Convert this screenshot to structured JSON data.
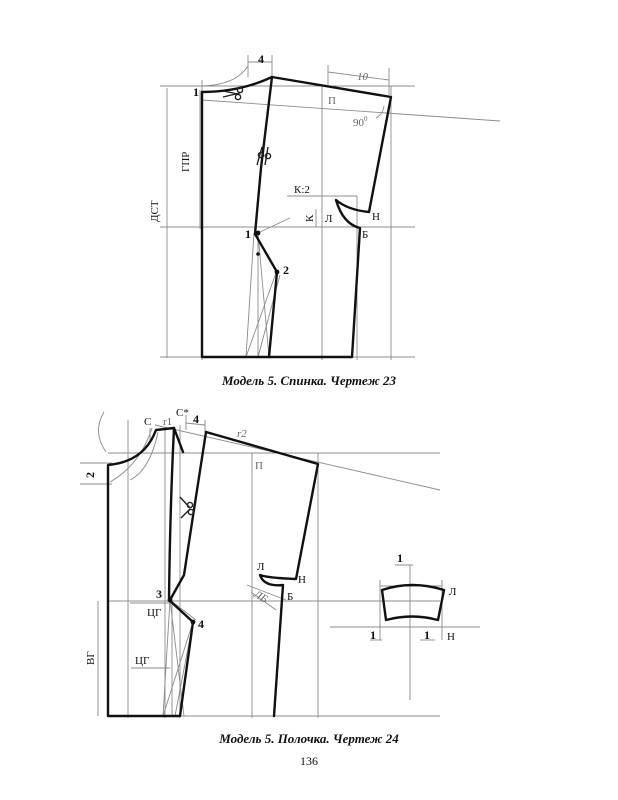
{
  "back_drawing": {
    "caption": "Модель 5. Спинка. Чертеж 23",
    "labels": {
      "dim_4": "4",
      "dim_10": "10",
      "angle_90": "90",
      "angle_deg": "0",
      "pt_1_top": "1",
      "pt_P": "П",
      "dst": "ДСТ",
      "gpr": "ГПР",
      "k_half": "К:2",
      "k": "К",
      "pt_L": "Л",
      "pt_N": "Н",
      "pt_1_mid": "1",
      "pt_B": "Б",
      "pt_2": "2"
    }
  },
  "front_drawing": {
    "caption": "Модель 5. Полочка. Чертеж 24",
    "labels": {
      "pt_C": "С",
      "pt_C_star": "С*",
      "r1": "r1",
      "dim_4": "4",
      "r2": "r2",
      "dim_2": "2",
      "pt_P": "П",
      "pt_L": "Л",
      "pt_N": "Н",
      "lb": "ЛБ",
      "pt_B": "Б",
      "pt_3": "3",
      "cg_1": "ЦГ",
      "pt_4": "4",
      "vg": "ВГ",
      "cg_2": "ЦГ"
    }
  },
  "detail_drawing": {
    "labels": {
      "dim_top_1": "1",
      "pt_L": "Л",
      "dim_left_1": "1",
      "dim_right_1": "1",
      "pt_N": "Н"
    }
  },
  "page_number": "136"
}
